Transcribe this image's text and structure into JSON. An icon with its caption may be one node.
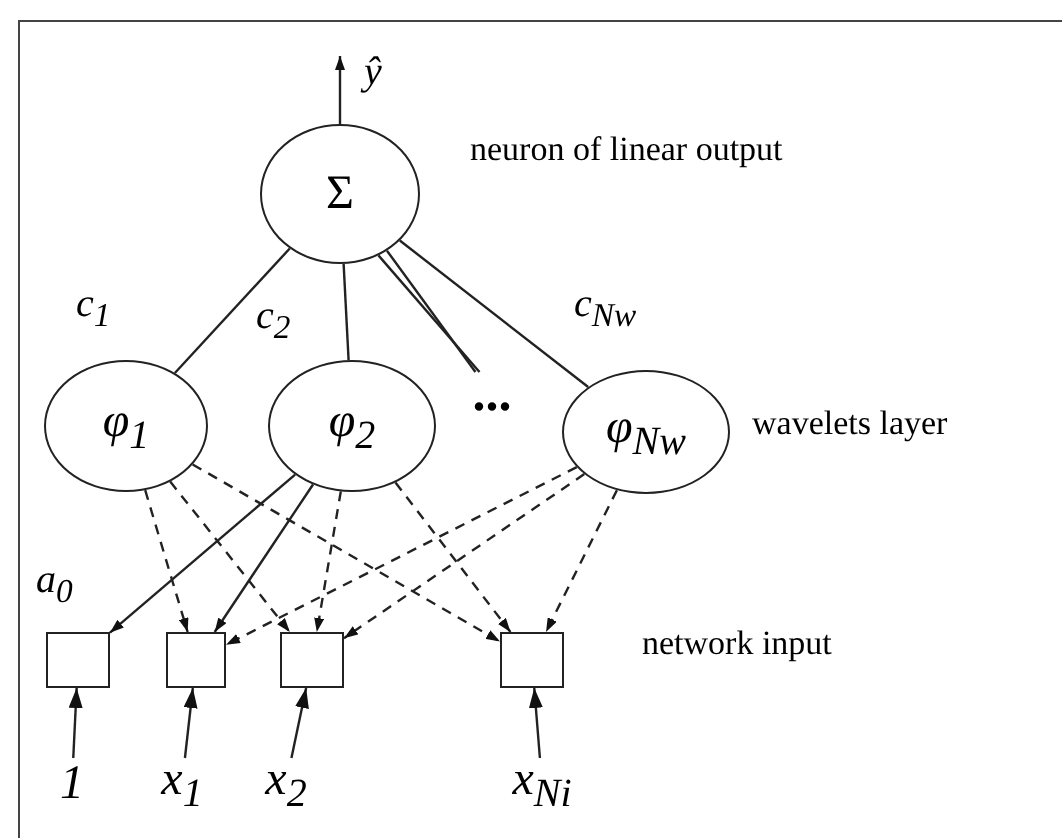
{
  "diagram": {
    "nodes": [
      {
        "text": [
          "Σ"
        ]
      },
      {
        "text": [
          "φ$_{1}$"
        ]
      },
      {
        "text": [
          "φ$_{2}$"
        ]
      },
      {
        "text": [
          "..."
        ]
      },
      {
        "text": [
          "φ$_{Nw}$"
        ]
      },
      {
        "text": [],
        "shape": "box"
      },
      {
        "text": [],
        "shape": "box"
      },
      {
        "text": [],
        "shape": "box"
      },
      {
        "text": [],
        "shape": "box"
      },
      {
        "text": [
          "1"
        ]
      },
      {
        "text": [
          "x$_{1}$"
        ]
      },
      {
        "text": [
          "x$_{2}$"
        ]
      },
      {
        "text": [
          "x$_{Ni}$"
        ]
      }
    ],
    "edges": [
      {
        "from": 0,
        "to": null,
        "arrow": "to",
        "label": "ŷ"
      },
      {
        "from": 0,
        "to": 1,
        "arrow": "none",
        "label": "c$_{1}$"
      },
      {
        "from": 0,
        "to": 2,
        "arrow": "none",
        "label": "c$_{2}$"
      },
      {
        "from": 0,
        "to": 3,
        "arrow": "none"
      },
      {
        "from": 0,
        "to": 3,
        "arrow": "none"
      },
      {
        "from": 0,
        "to": 4,
        "arrow": "none",
        "label": "c$_{Nw}$"
      },
      {
        "from": 2,
        "to": 5,
        "arrow": "to",
        "label": "a$_{0}$"
      },
      {
        "from": 2,
        "to": 6,
        "arrow": "to"
      },
      {
        "from": 1,
        "to": 6,
        "arrow": "to",
        "style": "dashed"
      },
      {
        "from": 1,
        "to": 7,
        "arrow": "to",
        "style": "dashed"
      },
      {
        "from": 1,
        "to": 8,
        "arrow": "to",
        "style": "dashed"
      },
      {
        "from": 2,
        "to": 7,
        "arrow": "to",
        "style": "dashed"
      },
      {
        "from": 2,
        "to": 8,
        "arrow": "to",
        "style": "dashed"
      },
      {
        "from": 4,
        "to": 6,
        "arrow": "to",
        "style": "dashed"
      },
      {
        "from": 4,
        "to": 7,
        "arrow": "to",
        "style": "dashed"
      },
      {
        "from": 4,
        "to": 8,
        "arrow": "to",
        "style": "dashed"
      },
      {
        "from": 9,
        "to": 5,
        "arrow": "to"
      },
      {
        "from": 10,
        "to": 6,
        "arrow": "to"
      },
      {
        "from": 11,
        "to": 7,
        "arrow": "to"
      },
      {
        "from": 12,
        "to": 8,
        "arrow": "to"
      }
    ],
    "labels": [
      "neuron of linear output",
      "wavelets layer",
      "network input"
    ]
  }
}
